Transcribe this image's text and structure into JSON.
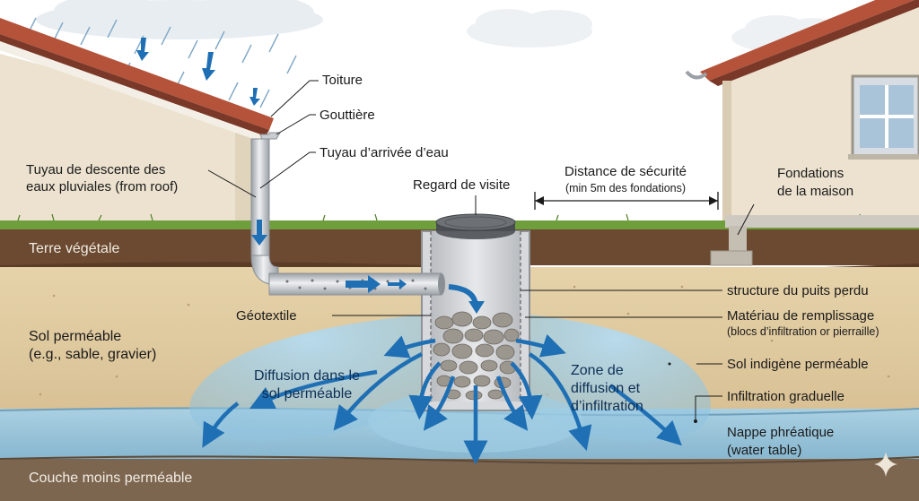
{
  "labels": {
    "toiture": "Toiture",
    "gouttiere": "Gouttière",
    "tuyau_arrivee": "Tuyau d’arrivée d’eau",
    "tuyau_descente_1": "Tuyau de descente des",
    "tuyau_descente_2": "eaux pluviales (from roof)",
    "regard": "Regard de visite",
    "distance_1": "Distance de sécurité",
    "distance_2": "(min 5m des fondations)",
    "fondations_1": "Fondations",
    "fondations_2": "de la maison",
    "terre_vegetale": "Terre végétale",
    "structure": "structure du puits perdu",
    "geotextile": "Géotextile",
    "materiau_1": "Matériau de remplissage",
    "materiau_2": "(blocs d’infiltration or pierraille)",
    "sol_permeable_1": "Sol perméable",
    "sol_permeable_2": "(e.g., sable, gravier)",
    "sol_indigene": "Sol indigène perméable",
    "diffusion_1": "Diffusion dans le",
    "diffusion_2": "sol perméable",
    "zone_1": "Zone de",
    "zone_2": "diffusion et",
    "zone_3": "d’infiltration",
    "infiltration": "Infiltration graduelle",
    "nappe_1": "Nappe phréatique",
    "nappe_2": "(water table)",
    "couche": "Couche moins perméable"
  },
  "colors": {
    "sky": "#ffffff",
    "house_wall": "#ede4d3",
    "roof_tile": "#b5533a",
    "grass": "#6f9f3d",
    "topsoil": "#6b4a31",
    "sand": "#e3cfa4",
    "water_table": "#9fc6da",
    "deep_layer": "#7d6650",
    "arrow_blue": "#1f6fb4",
    "pipe": "#c9ccd0"
  }
}
